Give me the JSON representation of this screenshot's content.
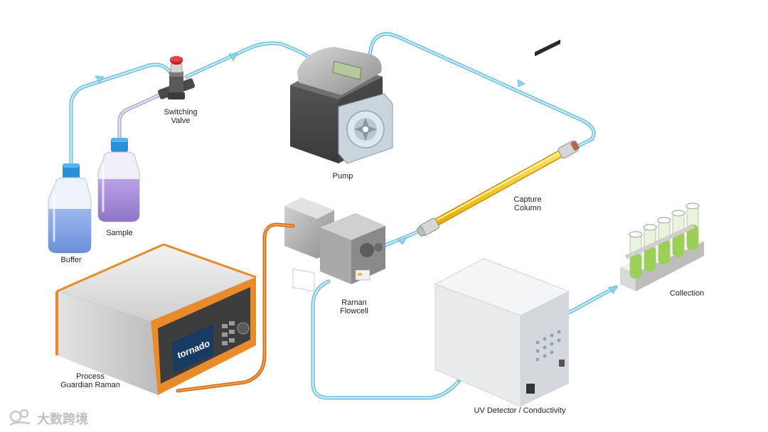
{
  "labels": {
    "switching_valve": [
      "Switching",
      "Valve"
    ],
    "pump": "Pump",
    "capture_column": [
      "Capture",
      "Column"
    ],
    "sample": "Sample",
    "buffer": "Buffer",
    "raman_flowcell": [
      "Raman",
      "Flowcell"
    ],
    "collection": "Collection",
    "process_guardian": [
      "Process",
      "Guardian Raman"
    ],
    "uv_detector": "UV Detector / Conductivity"
  },
  "device_screen_text": "tornado",
  "watermark": "大数跨境",
  "colors": {
    "tubing": "#8fd3ec",
    "tubing_edge": "#5fb7d8",
    "fiber": "#e8802a",
    "column": "#f4c51a",
    "instrument_orange": "#e98a2b",
    "buffer_liquid": "#7d9fe0",
    "sample_liquid": "#a38bd6",
    "collection_liquid": "#9ccf58"
  }
}
